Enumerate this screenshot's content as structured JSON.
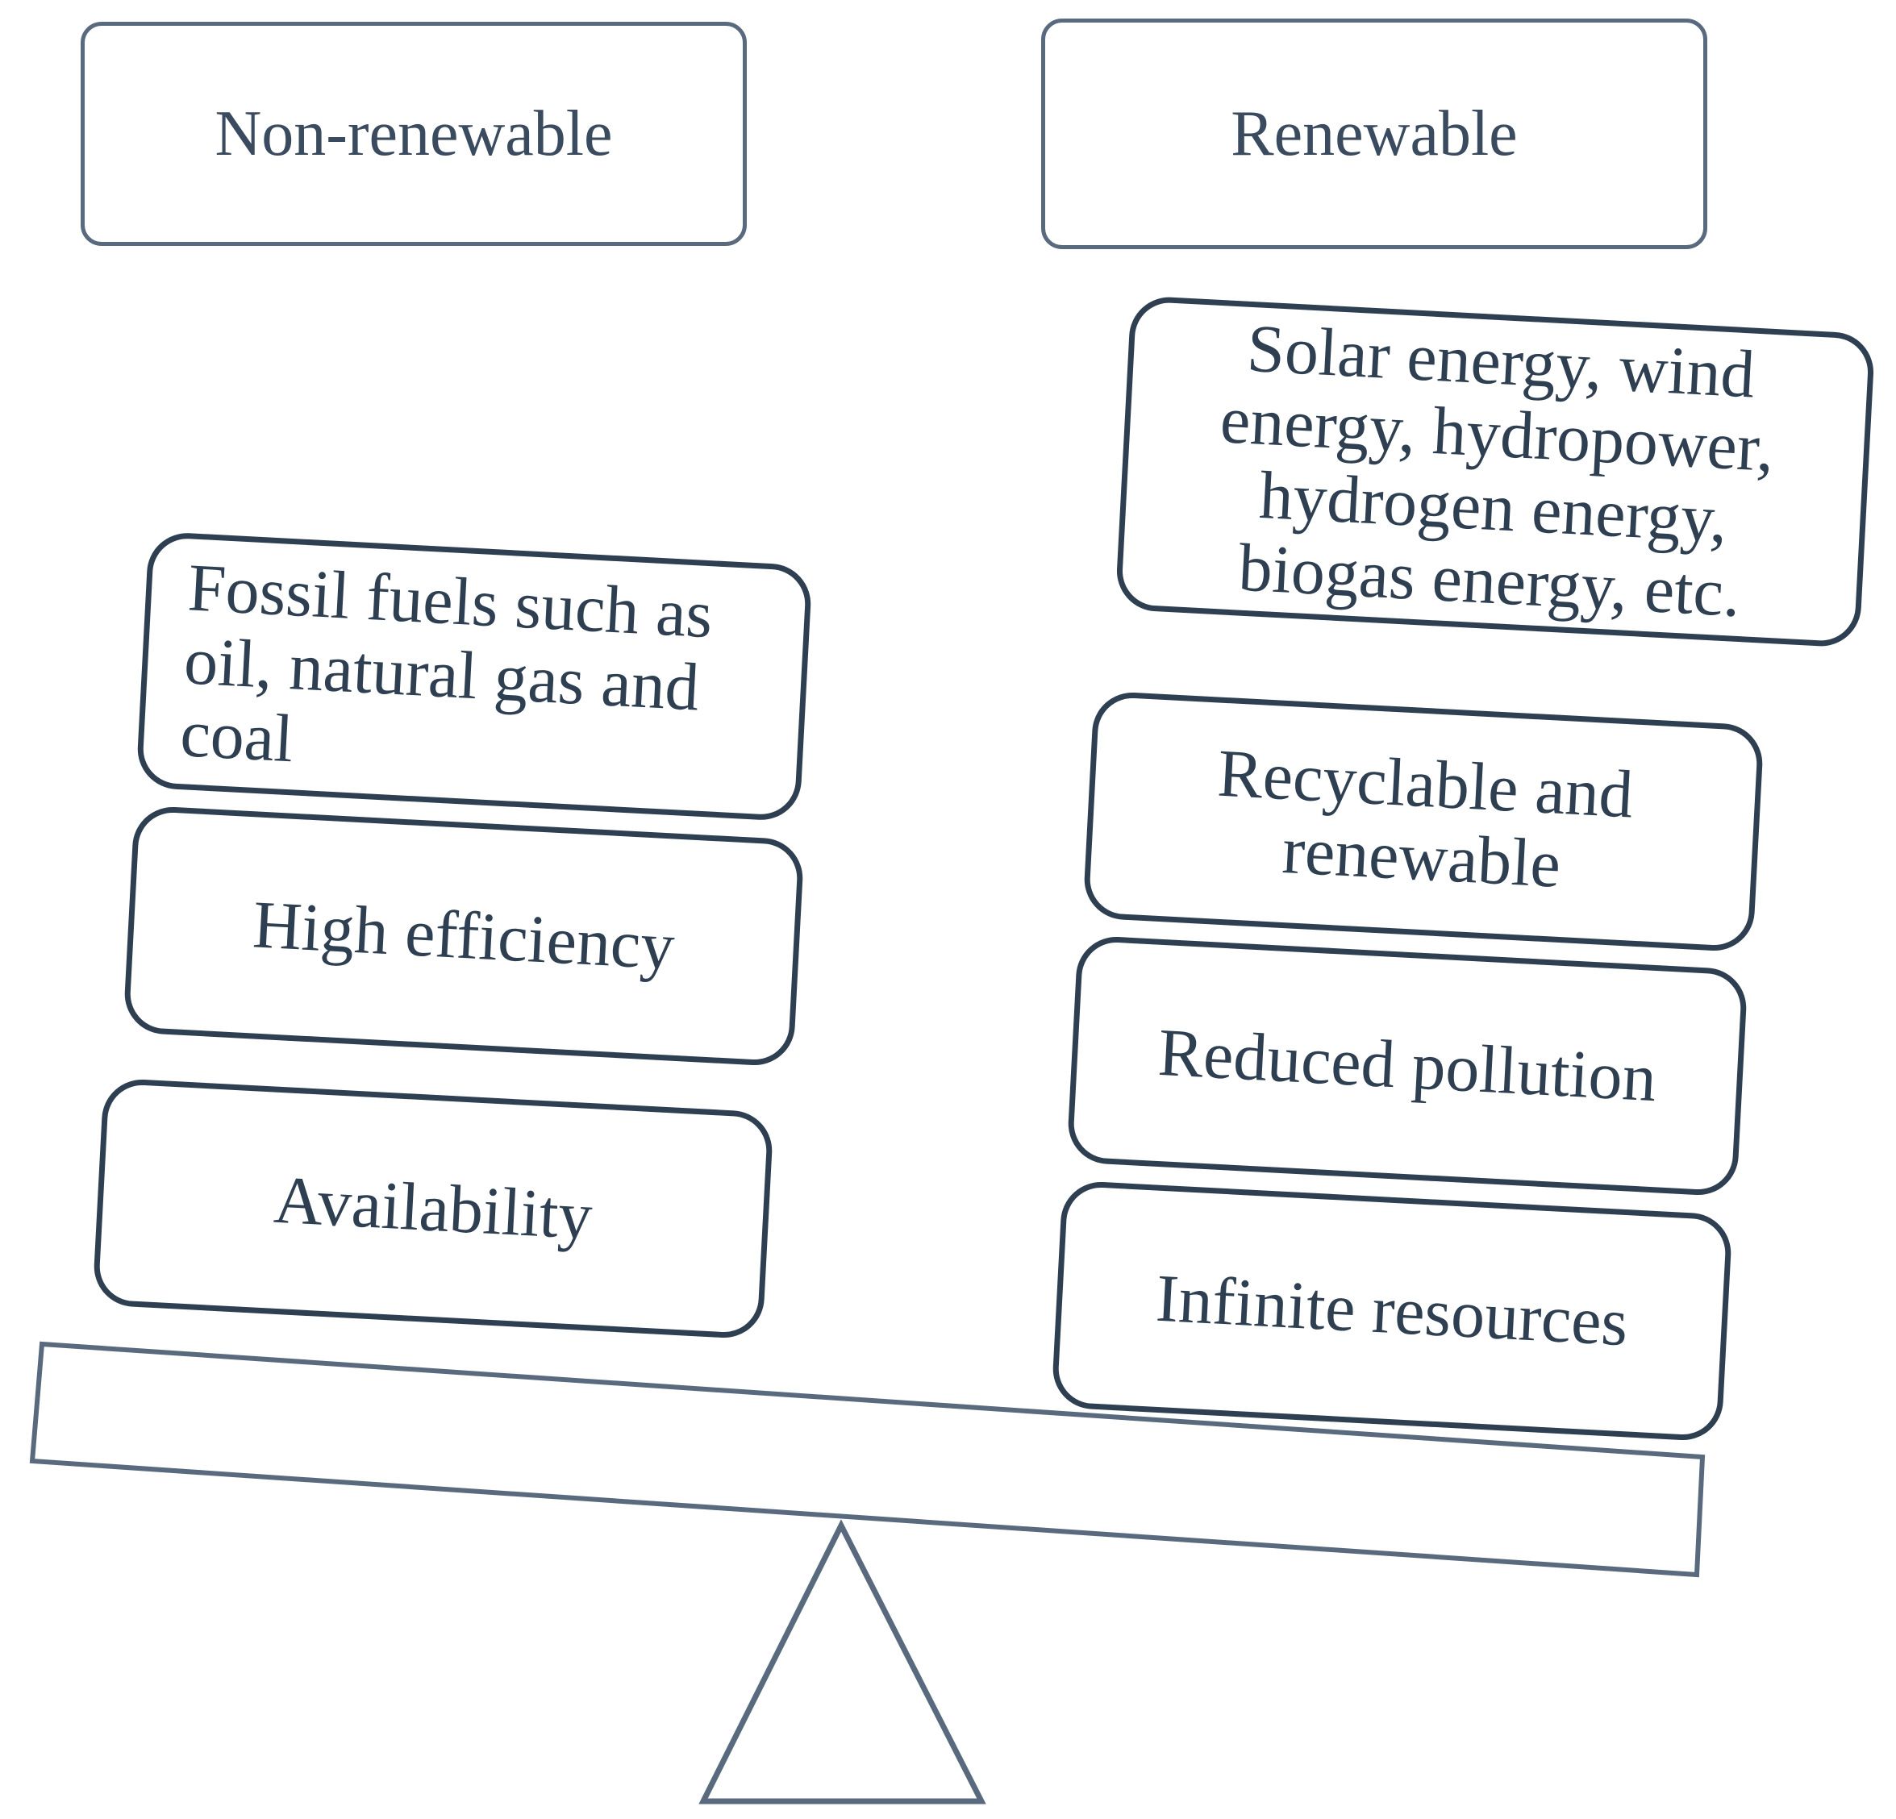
{
  "headers": {
    "left": "Non-renewable",
    "right": "Renewable"
  },
  "left_column": {
    "items": [
      "Fossil fuels such as oil, natural gas and coal",
      "High efficiency",
      "Availability"
    ]
  },
  "right_column": {
    "items": [
      "Solar energy, wind energy, hydropower, hydrogen energy, biogas energy, etc.",
      "Recyclable and renewable",
      "Reduced pollution",
      "Infinite resources"
    ]
  },
  "colors": {
    "text": "#2f3f52",
    "header_border": "#5a6a7e",
    "item_border": "#2f3f52",
    "lever_stroke": "#5a6a7e"
  }
}
